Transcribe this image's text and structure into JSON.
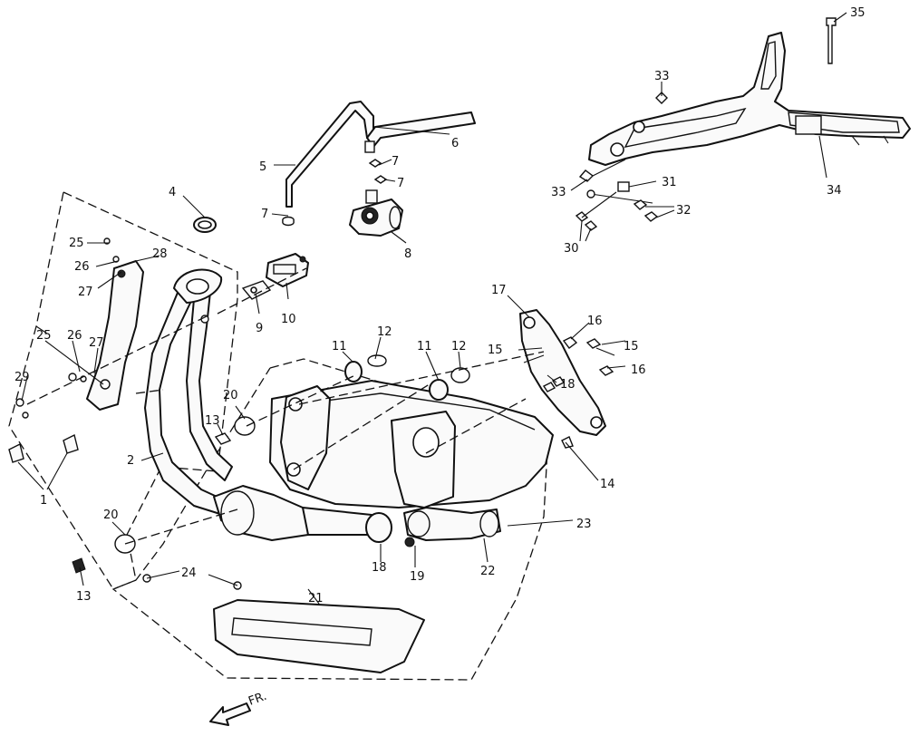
{
  "callouts": {
    "p1": "1",
    "p2": "2",
    "p4": "4",
    "p5": "5",
    "p6": "6",
    "p7a": "7",
    "p7b": "7",
    "p7c": "7",
    "p8": "8",
    "p9": "9",
    "p10": "10",
    "p11a": "11",
    "p11b": "11",
    "p12a": "12",
    "p12b": "12",
    "p13a": "13",
    "p13b": "13",
    "p14": "14",
    "p15a": "15",
    "p15b": "15",
    "p16a": "16",
    "p16b": "16",
    "p17": "17",
    "p18a": "18",
    "p18b": "18",
    "p19": "19",
    "p20a": "20",
    "p20b": "20",
    "p21": "21",
    "p22": "22",
    "p23": "23",
    "p24": "24",
    "p25a": "25",
    "p25b": "25",
    "p26a": "26",
    "p26b": "26",
    "p27a": "27",
    "p27b": "27",
    "p28": "28",
    "p29": "29",
    "p30": "30",
    "p31": "31",
    "p32": "32",
    "p33a": "33",
    "p33b": "33",
    "p34": "34",
    "p35": "35"
  },
  "direction_label": "FR."
}
